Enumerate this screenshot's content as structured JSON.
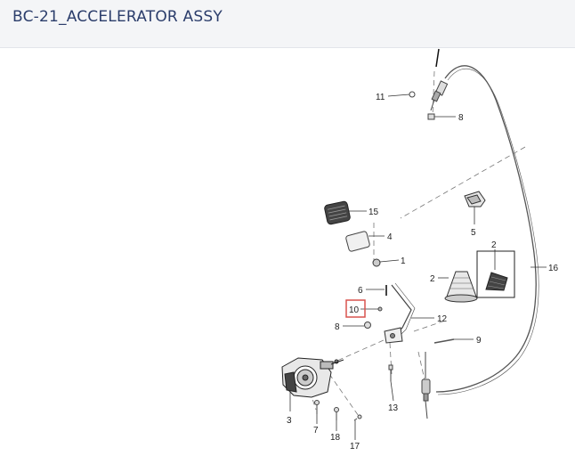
{
  "page": {
    "title": "BC-21_ACCELERATOR ASSY"
  },
  "diagram": {
    "callouts": [
      {
        "id": "c11",
        "label": "11"
      },
      {
        "id": "c8a",
        "label": "8"
      },
      {
        "id": "c15",
        "label": "15"
      },
      {
        "id": "c4",
        "label": "4"
      },
      {
        "id": "c1",
        "label": "1"
      },
      {
        "id": "c5",
        "label": "5"
      },
      {
        "id": "c2a",
        "label": "2"
      },
      {
        "id": "c2b",
        "label": "2"
      },
      {
        "id": "c16",
        "label": "16"
      },
      {
        "id": "c6",
        "label": "6"
      },
      {
        "id": "c10",
        "label": "10",
        "highlighted": true
      },
      {
        "id": "c12",
        "label": "12"
      },
      {
        "id": "c8b",
        "label": "8"
      },
      {
        "id": "c9",
        "label": "9"
      },
      {
        "id": "c3",
        "label": "3"
      },
      {
        "id": "c7",
        "label": "7"
      },
      {
        "id": "c18",
        "label": "18"
      },
      {
        "id": "c17",
        "label": "17"
      },
      {
        "id": "c13",
        "label": "13"
      }
    ],
    "highlight_color": "#d9534f"
  }
}
